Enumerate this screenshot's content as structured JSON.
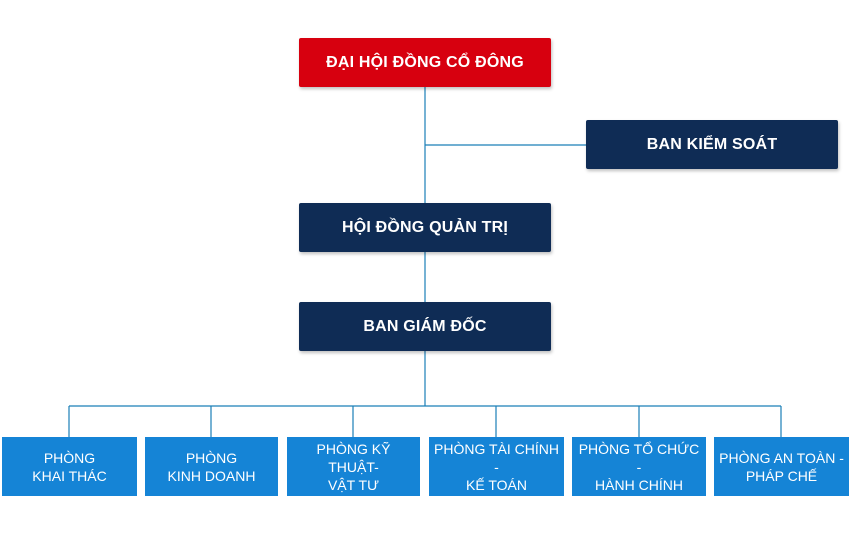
{
  "colors": {
    "top_box": "#d7000f",
    "navy_box": "#0f2c55",
    "dept_box": "#1584d6",
    "connector": "#1a7fb8"
  },
  "nodes": {
    "shareholders": {
      "label": "ĐẠI HỘI ĐỒNG CỔ ĐÔNG"
    },
    "supervisory": {
      "label": "BAN KIỂM SOÁT"
    },
    "board": {
      "label": "HỘI ĐỒNG QUẢN TRỊ"
    },
    "directors": {
      "label": "BAN GIÁM ĐỐC"
    }
  },
  "departments": [
    {
      "label": "PHÒNG\nKHAI THÁC"
    },
    {
      "label": "PHÒNG\nKINH DOANH"
    },
    {
      "label": "PHÒNG KỸ THUẬT-\nVẬT TƯ"
    },
    {
      "label": "PHÒNG TÀI CHÍNH -\nKẾ TOÁN"
    },
    {
      "label": "PHÒNG TỔ CHỨC -\nHÀNH CHÍNH"
    },
    {
      "label": "PHÒNG AN TOÀN -\nPHÁP CHẾ"
    }
  ]
}
